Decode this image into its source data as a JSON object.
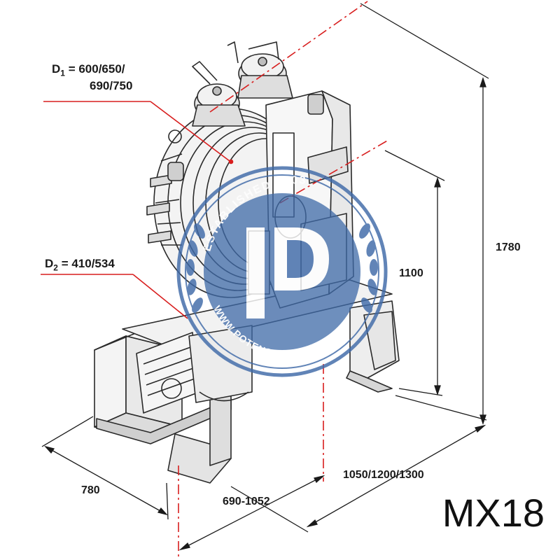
{
  "title": "MX18",
  "labels": {
    "d1_line1": "600/650/",
    "d1_line2": "690/750",
    "d2_value": "410/534",
    "d_letter": "D",
    "d1_sub": "1",
    "d2_sub": "2",
    "equals": " = "
  },
  "dimensions": {
    "depth": "780",
    "rail_spacing": "690-1052",
    "width": "1050/1200/1300",
    "axis_height": "1100",
    "total_height": "1780"
  },
  "watermark": {
    "arc_top": "ESTABLISHED 2003",
    "arc_bottom": "WWW.POTENSILIFT.COM",
    "color": "#3f6aa8"
  },
  "colors": {
    "leader": "#d81e1e",
    "centerline": "#d81e1e",
    "drawing": "#2a2a2a"
  }
}
